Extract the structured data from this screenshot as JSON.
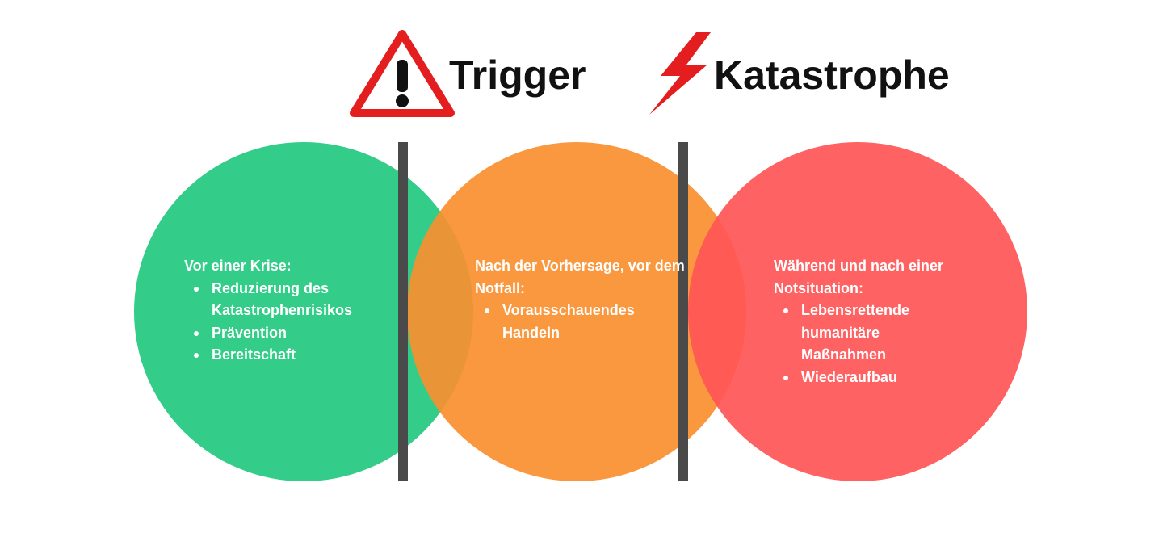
{
  "header": {
    "trigger_label": "Trigger",
    "catastrophe_label": "Katastrophe",
    "trigger_icon": "warning-triangle-icon",
    "catastrophe_icon": "lightning-bolt-icon"
  },
  "phases": [
    {
      "intro": "Vor einer Krise:",
      "bullets": [
        "Reduzierung des Katastrophenrisikos",
        "Prävention",
        "Bereitschaft"
      ],
      "color": "#33cc88"
    },
    {
      "intro": "Nach der Vorhersage, vor dem Notfall:",
      "bullets": [
        "Vorausschauendes Handeln"
      ],
      "color": "#f98f2f"
    },
    {
      "intro": "Während und nach einer Notsituation:",
      "bullets": [
        "Lebensrettende humanitäre Maßnahmen",
        "Wiederaufbau"
      ],
      "color": "#ff5555"
    }
  ],
  "colors": {
    "divider": "#4a4a4a",
    "warning_red": "#e41e1e",
    "text": "#111111"
  }
}
